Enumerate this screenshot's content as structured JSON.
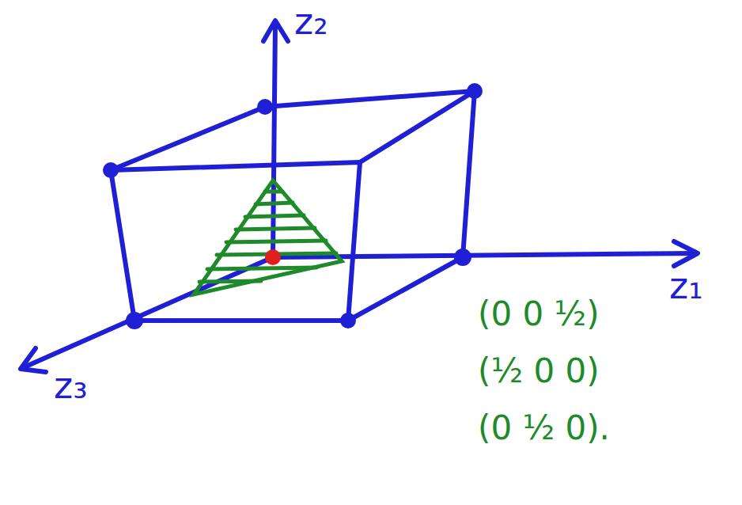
{
  "diagram": {
    "labels": [
      "z₂",
      "z₁",
      "z₃",
      "(0 0 ½)",
      "(½ 0 0)",
      "(0 ½ 0)."
    ]
  }
}
